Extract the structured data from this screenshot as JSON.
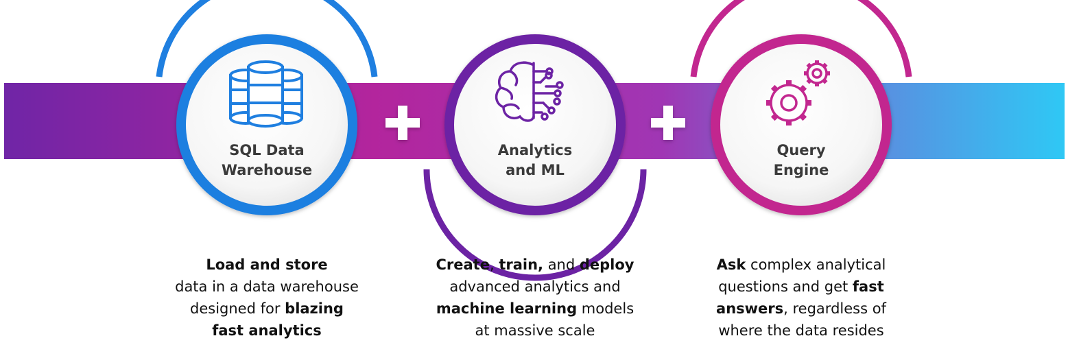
{
  "colors": {
    "band_start": "#6f25a6",
    "band_mid": "#c0269a",
    "band_end": "#2ec9f5",
    "blue": "#1f7fe0",
    "purple": "#6c23a4",
    "magenta": "#c2278f",
    "plus": "#ffffff"
  },
  "steps": [
    {
      "title_line1": "SQL Data",
      "title_line2": "Warehouse",
      "icon": "database-icon",
      "caption": {
        "l1_b": "Load and store",
        "l2": "data in a data warehouse",
        "l3": "designed for ",
        "l3_b": "blazing",
        "l4_b": "fast analytics"
      }
    },
    {
      "title_line1": "Analytics",
      "title_line2": "and ML",
      "icon": "brain-circuit-icon",
      "caption": {
        "l1_b1": "Create",
        "l1_t1": ", ",
        "l1_b2": "train,",
        "l1_t2": " and ",
        "l1_b3": "deploy",
        "l2": "advanced analytics and",
        "l3_b": "machine learning",
        "l3": " models",
        "l4": "at massive scale"
      }
    },
    {
      "title_line1": "Query",
      "title_line2": "Engine",
      "icon": "gears-icon",
      "caption": {
        "l1_b": "Ask",
        "l1": " complex analytical",
        "l2": "questions and get ",
        "l2_b": "fast",
        "l3_b": "answers",
        "l3": ", regardless of",
        "l4": "where the data resides"
      }
    }
  ],
  "connectors": [
    "+",
    "+"
  ]
}
